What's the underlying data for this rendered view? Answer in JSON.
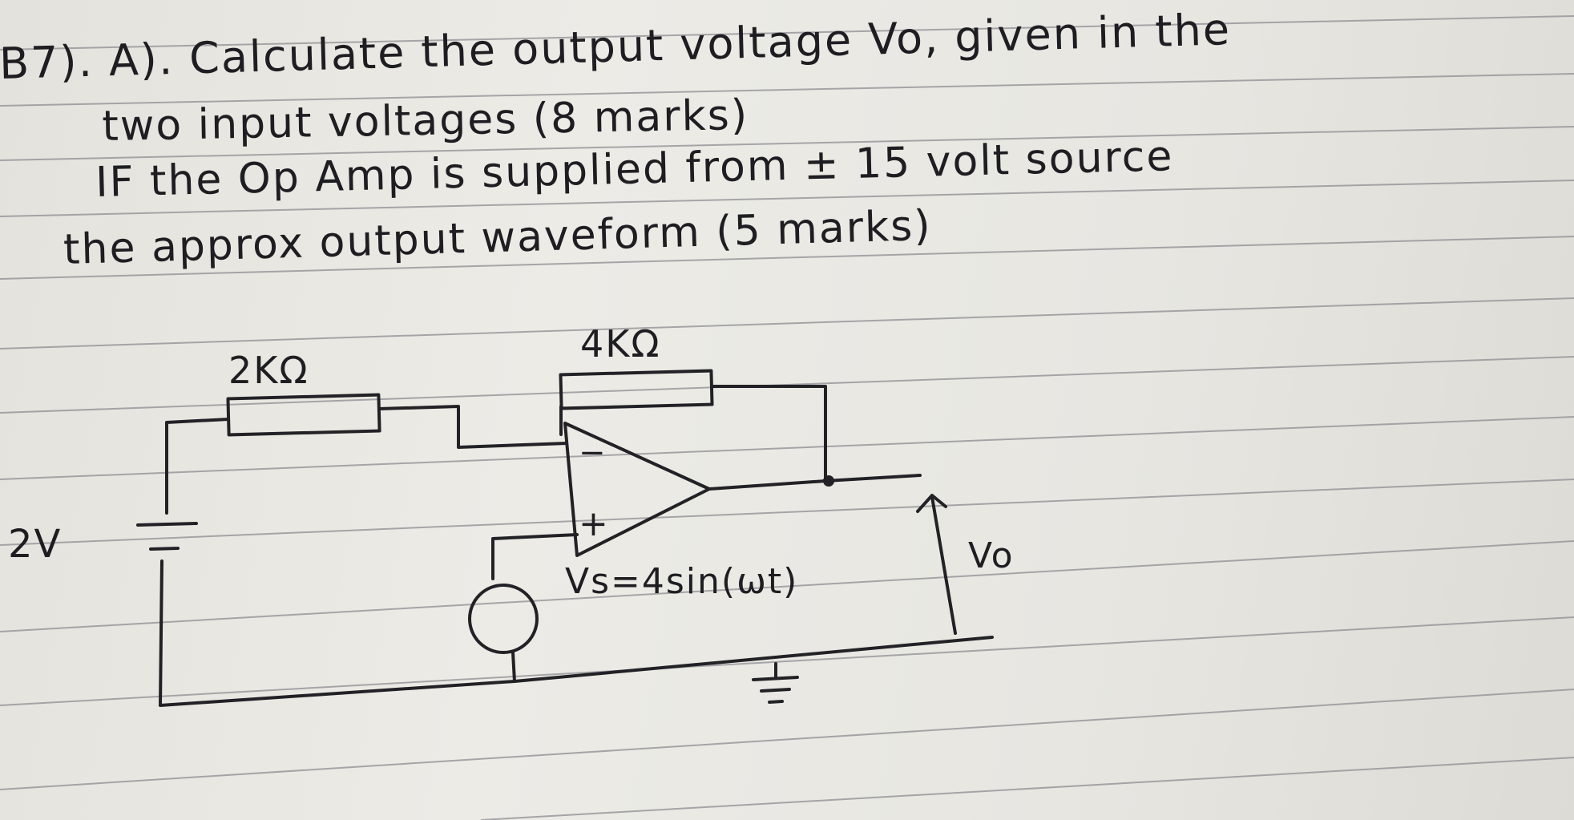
{
  "question": {
    "line1": "B7). A). Calculate the output voltage Vo, given in the",
    "line2": "two input voltages (8 marks)",
    "line3": "IF the Op Amp is supplied from ± 15 volt source",
    "line4": "the approx output waveform (5 marks)"
  },
  "circuit": {
    "r_input_label": "2KΩ",
    "r_feedback_label": "4KΩ",
    "dc_source_label": "2V",
    "inverting_label": "−",
    "noninverting_label": "+",
    "ac_source_label": "Vs=4sin(ωt)",
    "output_label": "Vo"
  },
  "colors": {
    "paper": "#e8e7e2",
    "ink": "#1e1e22",
    "rule": "#8c8c90"
  }
}
